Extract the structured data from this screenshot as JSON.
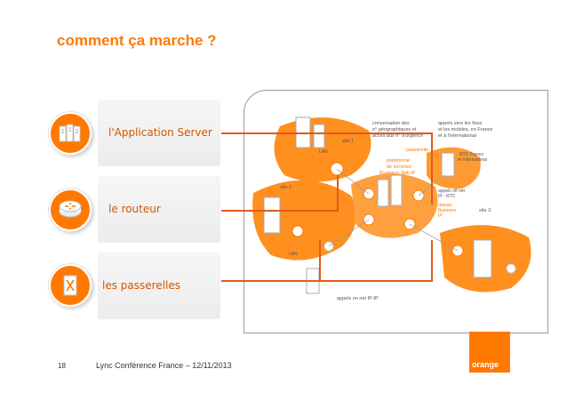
{
  "slide": {
    "title": "comment ça marche ?",
    "page_number": "18",
    "footer": "Lync Conférence France – 12/11/2013",
    "logo_text": "orange"
  },
  "components": [
    {
      "label": "l'Application Server",
      "icon": "server-stack-icon"
    },
    {
      "label": "le routeur",
      "icon": "router-icon"
    },
    {
      "label": "les passerelles",
      "icon": "gateway-icon"
    }
  ],
  "diagram": {
    "conservation": [
      "conservation des",
      "n° géographiques et",
      "accès aux n° d'urgence"
    ],
    "appels_fixes": [
      "appels vers les fixes",
      "et les mobiles, en France",
      "et à l'international"
    ],
    "passerelle": "passerelle",
    "site1": "site 1",
    "site2": "site 2",
    "site3": "site 3",
    "plateforme": [
      "plateforme",
      "de services",
      "Business Talk IP"
    ],
    "rtc": [
      "RTC France",
      "et International"
    ],
    "offnet": [
      "appels off net",
      "IP - RTC"
    ],
    "reseau": [
      "réseau",
      "Business",
      "IP"
    ],
    "lan": "LAN",
    "onnet": "appels on net IP-IP"
  },
  "colors": {
    "accent": "#ff7900",
    "connector": "#e05a1a"
  }
}
